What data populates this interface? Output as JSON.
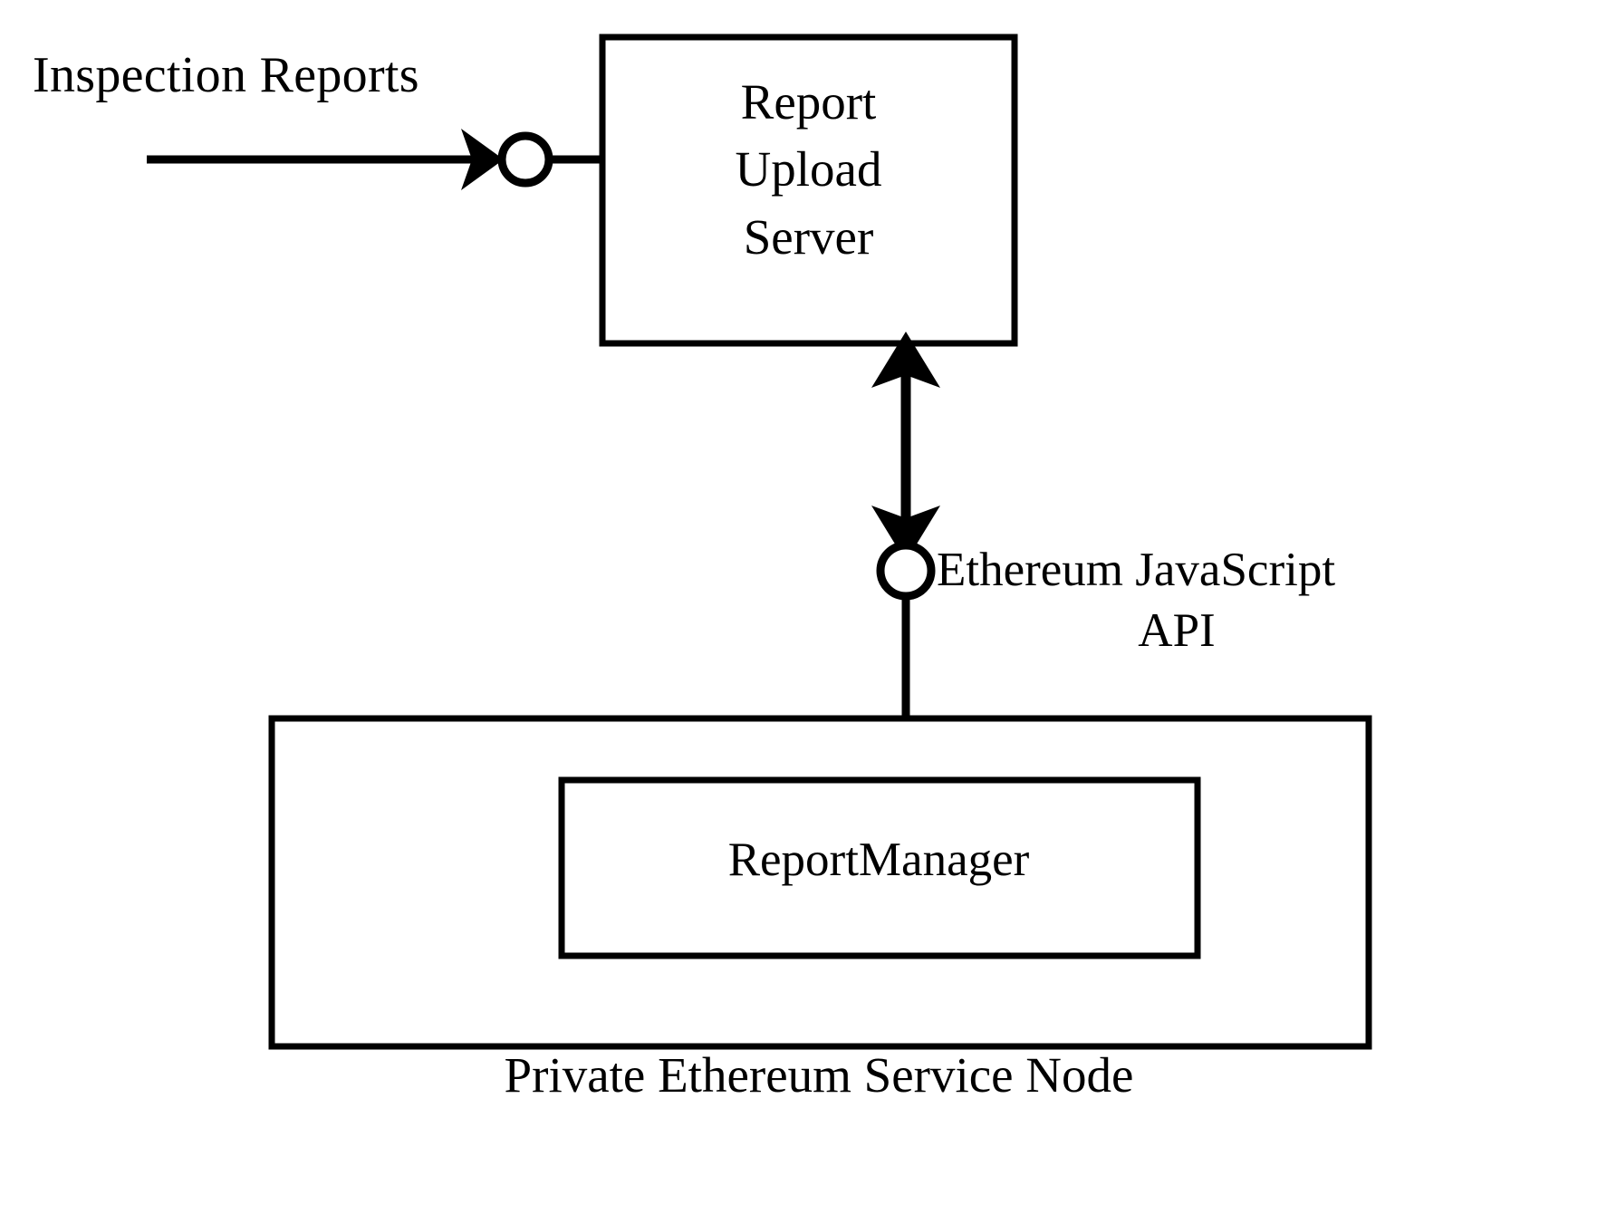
{
  "diagram": {
    "title": "Private Ethereum Service Node report upload architecture",
    "background_color": "#ffffff",
    "stroke_color": "#000000",
    "nodes": {
      "report_upload_server": {
        "label_line_1": "Report",
        "label_line_2": "Upload",
        "label_line_3": "Server",
        "shape": "rectangle"
      },
      "report_manager": {
        "label": "ReportManager",
        "shape": "rectangle"
      },
      "private_node": {
        "label": "Private Ethereum Service Node",
        "shape": "rectangle"
      }
    },
    "labels": {
      "inspection_reports": "Inspection Reports",
      "eth_js_api_line_1": "Ethereum JavaScript",
      "eth_js_api_line_2": "API"
    },
    "connectors": {
      "inspection_reports_flow": {
        "type": "arrow",
        "direction": "right",
        "head": "filled-triangle"
      },
      "upload_interface": {
        "type": "lollipop-interface",
        "shape": "hollow-circle"
      },
      "api_link": {
        "type": "arrow",
        "direction": "bidirectional-vertical",
        "head": "filled-triangle"
      },
      "api_interface": {
        "type": "lollipop-interface",
        "shape": "hollow-circle"
      }
    }
  }
}
